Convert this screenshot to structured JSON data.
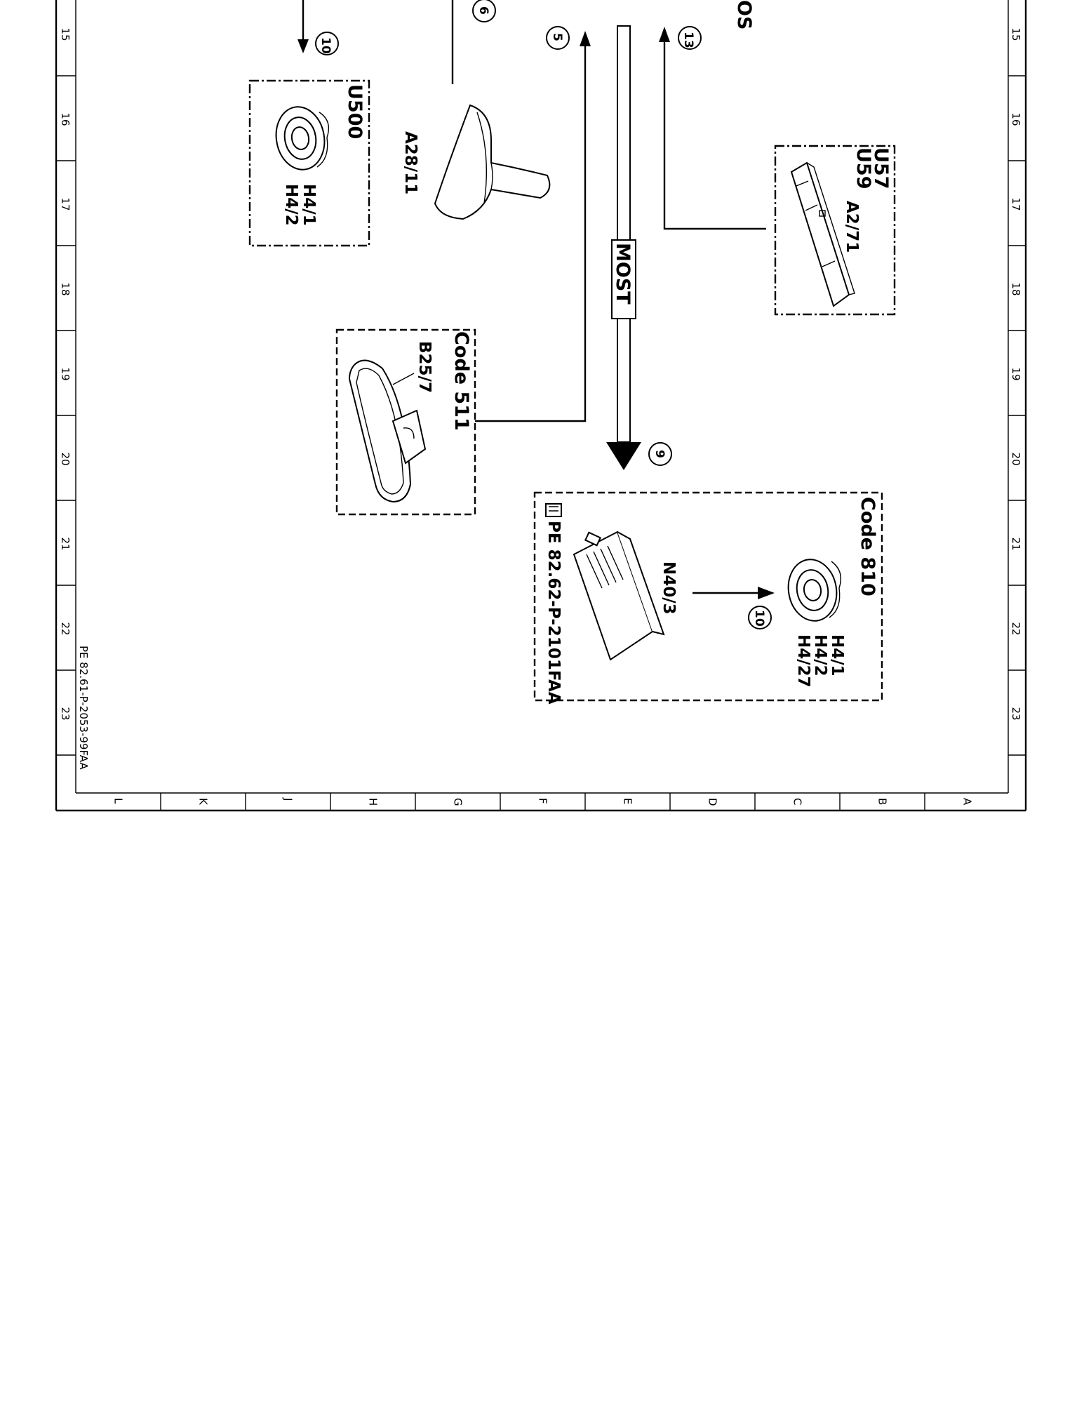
{
  "drawing_ref": "PE 82.61-P-2053-99FAA",
  "row_numbers": [
    "15",
    "16",
    "17",
    "18",
    "19",
    "20",
    "21",
    "22",
    "23"
  ],
  "column_letters": [
    "L",
    "K",
    "J",
    "H",
    "G",
    "F",
    "E",
    "D",
    "C",
    "B",
    "A"
  ],
  "bus": {
    "label": "MOST"
  },
  "title_fragment": "OS",
  "groups": {
    "u500": {
      "label": "U500",
      "components": [
        "H4/1",
        "H4/2"
      ]
    },
    "code511": {
      "label": "Code 511",
      "component": "B25/7"
    },
    "u57u59": {
      "labels": [
        "U57",
        "U59"
      ],
      "component": "A2/71"
    },
    "code810": {
      "label": "Code 810",
      "components": [
        "H4/1",
        "H4/2",
        "H4/27"
      ],
      "unit": "N40/3",
      "reference": "PE 82.62-P-2101FAA"
    }
  },
  "antenna": {
    "label": "A28/11"
  },
  "connectors": {
    "c10_top": "10",
    "c6": "6",
    "c5": "5",
    "c13": "13",
    "c9": "9",
    "c10_inner": "10"
  }
}
